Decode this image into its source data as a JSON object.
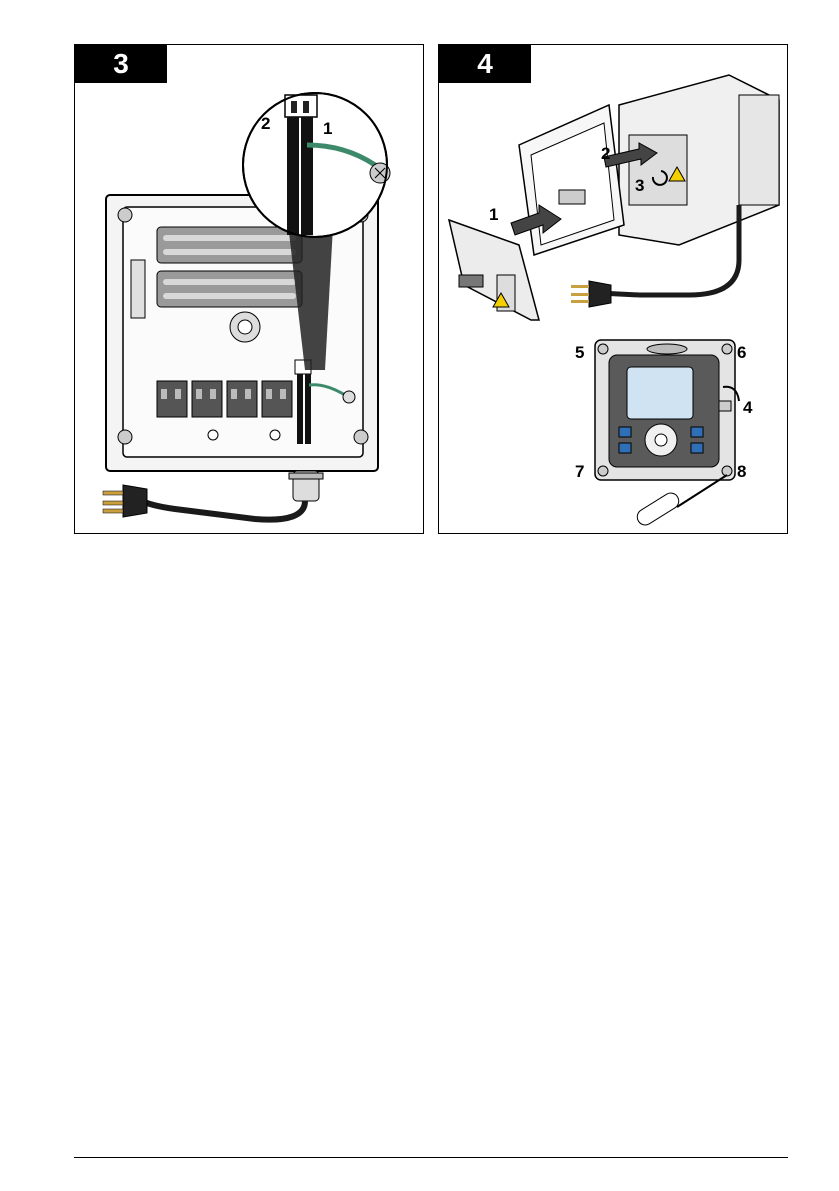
{
  "figures": {
    "step3": {
      "step_number": "3",
      "callouts": [
        "1",
        "2"
      ]
    },
    "step4": {
      "step_number": "4",
      "callouts": [
        "1",
        "2",
        "3",
        "4",
        "5",
        "6",
        "7",
        "8"
      ]
    }
  },
  "colors": {
    "ground_wire": "#3d8a6a",
    "warning_label": "#f5d000",
    "controller_button": "#2f6fb5",
    "display_screen": "#cfe3f2",
    "cord": "#1a1a1a",
    "plug_prongs": "#c8a040"
  }
}
